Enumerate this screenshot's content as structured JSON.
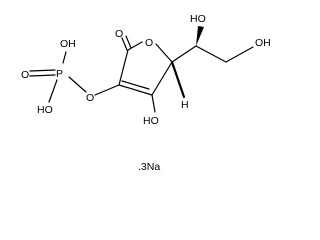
{
  "molecule": {
    "atoms": {
      "carbonyl_o": "O",
      "ring_o": "O",
      "stereo_h": "H",
      "enol_oh": "HO",
      "side_oh_1": "HO",
      "side_oh_2": "OH",
      "phosphate_oh_top": "OH",
      "phosphate_o_double": "O",
      "phosphate_p": "P",
      "phosphate_oh_bottom": "HO",
      "phosphate_o_ester": "O"
    },
    "counterion": ".3Na"
  },
  "colors": {
    "ink": "#000000",
    "background": "#ffffff"
  }
}
